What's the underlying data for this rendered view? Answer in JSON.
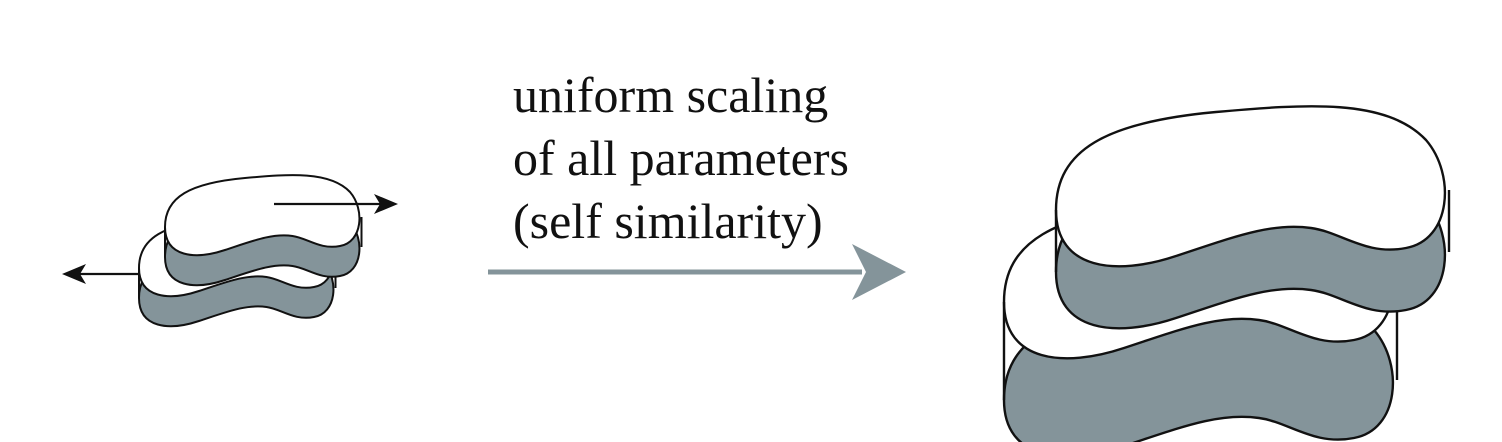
{
  "caption": {
    "line1": "uniform scaling",
    "line2": "of all parameters",
    "line3": "(self similarity)"
  },
  "colors": {
    "side_fill": "#84949a",
    "top_fill": "#ffffff",
    "outline": "#111111",
    "transition_arrow": "#84949a"
  }
}
